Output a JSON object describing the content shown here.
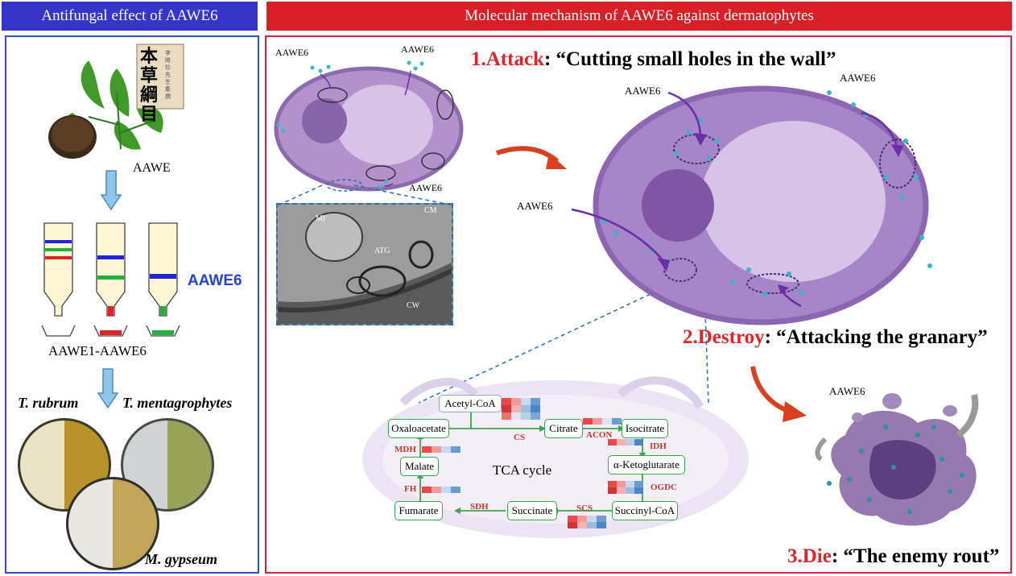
{
  "left_panel": {
    "header": "Antifungal effect of AAWE6",
    "book_label": "本草綱目",
    "book_sublabel": "李時珍先生集撰",
    "extract_label": "AAWE",
    "fraction_label": "AAWE6",
    "fractions_label": "AAWE1-AAWE6",
    "species": [
      "T. rubrum",
      "T. mentagrophytes",
      "M. gypseum"
    ]
  },
  "right_panel": {
    "header": "Molecular mechanism of AAWE6 against dermatophytes",
    "stages": [
      {
        "num": "1.",
        "keyword": "Attack",
        "quote": ": “Cutting small holes in the wall”"
      },
      {
        "num": "2.",
        "keyword": "Destroy",
        "quote": ": “Attacking the granary”"
      },
      {
        "num": "3.",
        "keyword": "Die",
        "quote": ": “The enemy rout”"
      }
    ],
    "aawe6_labels": [
      "AAWE6",
      "AAWE6",
      "AAWE6",
      "AAWE6",
      "AAWE6",
      "AAWE6",
      "AAWE6"
    ],
    "tem_labels": [
      "MI",
      "CM",
      "ATG",
      "CW"
    ],
    "tca": {
      "center_label": "TCA cycle",
      "metabolites": [
        "Acetyl-CoA",
        "Oxaloacetate",
        "Citrate",
        "Isocitrate",
        "α-Ketoglutarate",
        "Succinyl-CoA",
        "Succinate",
        "Fumarate",
        "Malate"
      ],
      "enzymes": [
        "CS",
        "ACON",
        "IDH",
        "OGDC",
        "SCS",
        "SDH",
        "FH",
        "MDH"
      ]
    }
  },
  "colors": {
    "left_header": "#3535c8",
    "right_header": "#d81e26",
    "left_border": "#2c4fd4",
    "right_border": "#d8204a",
    "cell_purple": "#a07cc0",
    "arrow_red": "#d9401f",
    "tca_green": "#3aa64a"
  }
}
